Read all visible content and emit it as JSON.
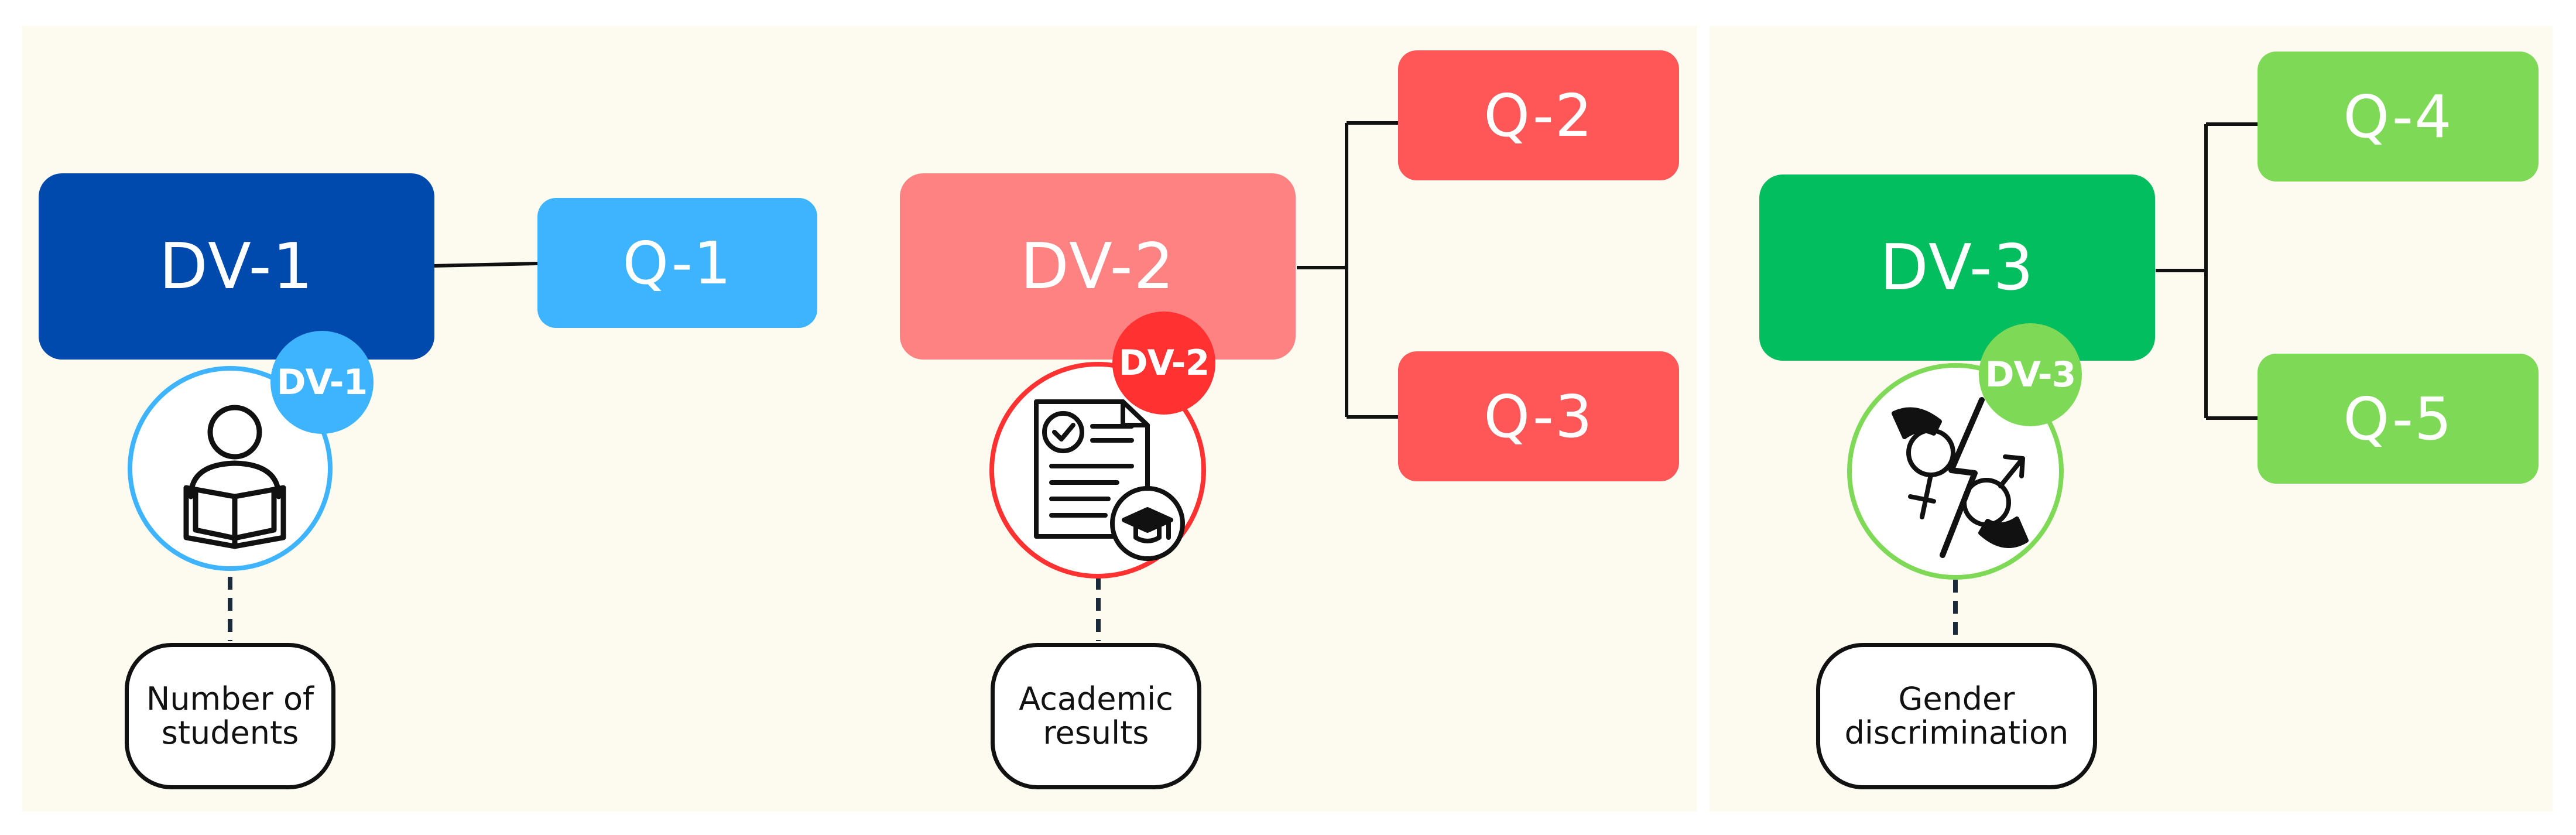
{
  "colors": {
    "background": "#fdfaf0",
    "dv1": "#014aad",
    "q1": "#3db4fd",
    "dv2": "#ff8283",
    "q_red": "#ff5757",
    "dv3": "#02be5f",
    "q_green": "#7ed957"
  },
  "groups": [
    {
      "dv_label": "DV-1",
      "badge_label": "DV-1",
      "icon": "student-reading-book-icon",
      "description": "Number of\nstudents",
      "questions": [
        "Q-1"
      ]
    },
    {
      "dv_label": "DV-2",
      "badge_label": "DV-2",
      "icon": "academic-report-graduation-icon",
      "description": "Academic\nresults",
      "questions": [
        "Q-2",
        "Q-3"
      ]
    },
    {
      "dv_label": "DV-3",
      "badge_label": "DV-3",
      "icon": "gender-discrimination-icon",
      "description": "Gender\ndiscrimination",
      "questions": [
        "Q-4",
        "Q-5"
      ]
    }
  ]
}
